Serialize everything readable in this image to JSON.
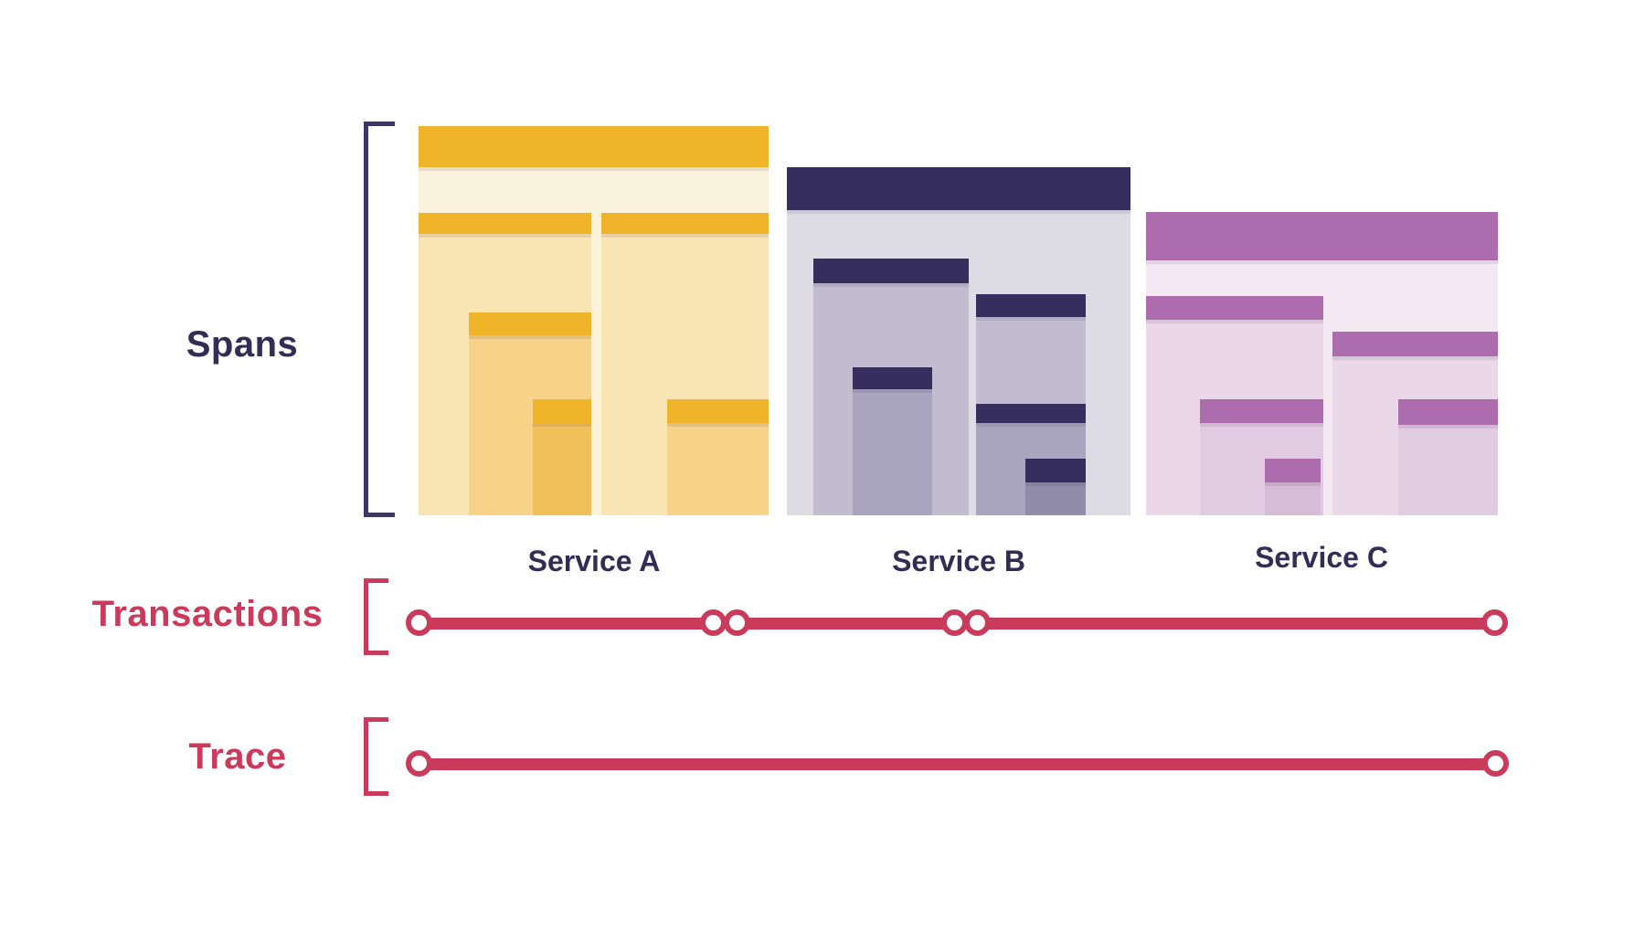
{
  "labels": {
    "spans": "Spans",
    "transactions": "Transactions",
    "trace": "Trace"
  },
  "services": [
    {
      "name": "Service A"
    },
    {
      "name": "Service B"
    },
    {
      "name": "Service C"
    }
  ],
  "colors": {
    "ink": "#332D56",
    "navy_bracket": "#3C3565",
    "red": "#C93A5B",
    "a_bar": "#F0B42B",
    "a_l0": "#FBF2DC",
    "a_l1": "#F9E5B4",
    "a_l2": "#F6D388",
    "a_l3": "#F2C05A",
    "b_bar": "#362E5E",
    "b_l0": "#DDDBE4",
    "b_l1": "#C1BDCF",
    "b_l2": "#A9A5BE",
    "b_l3": "#918CA9",
    "c_bar": "#AD6CAE",
    "c_l0": "#F4E8F3",
    "c_l1": "#EAD8E9",
    "c_l2": "#E0CBE0",
    "c_dot": "#D2B3D2",
    "c_l3": "#D7BCD7",
    "background": "#FFFFFF"
  }
}
